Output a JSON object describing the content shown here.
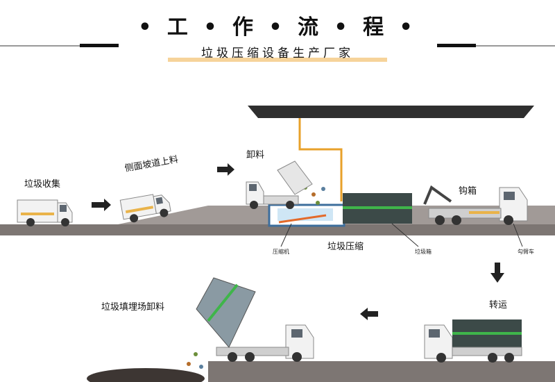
{
  "header": {
    "title": "• 工 • 作 • 流 • 程 •",
    "subtitle": "垃圾压缩设备生产厂家"
  },
  "steps": {
    "collect": "垃圾收集",
    "ramp": "侧面坡道上料",
    "unload": "卸料",
    "hook": "钩箱",
    "compress": "垃圾压缩",
    "transport": "转运",
    "landfill": "垃圾填埋场卸料"
  },
  "parts": {
    "compressor": "压缩机",
    "bin": "垃圾箱",
    "hook_truck": "勾臂车"
  },
  "colors": {
    "ground": "#7d7673",
    "roof": "#2f2f2f",
    "pipe": "#e8a12a",
    "compressor_frame": "#3d6e9c",
    "bin_body": "#3c4a48",
    "accent_green": "#3fb54a",
    "truck_cab": "#f2f2f2"
  }
}
